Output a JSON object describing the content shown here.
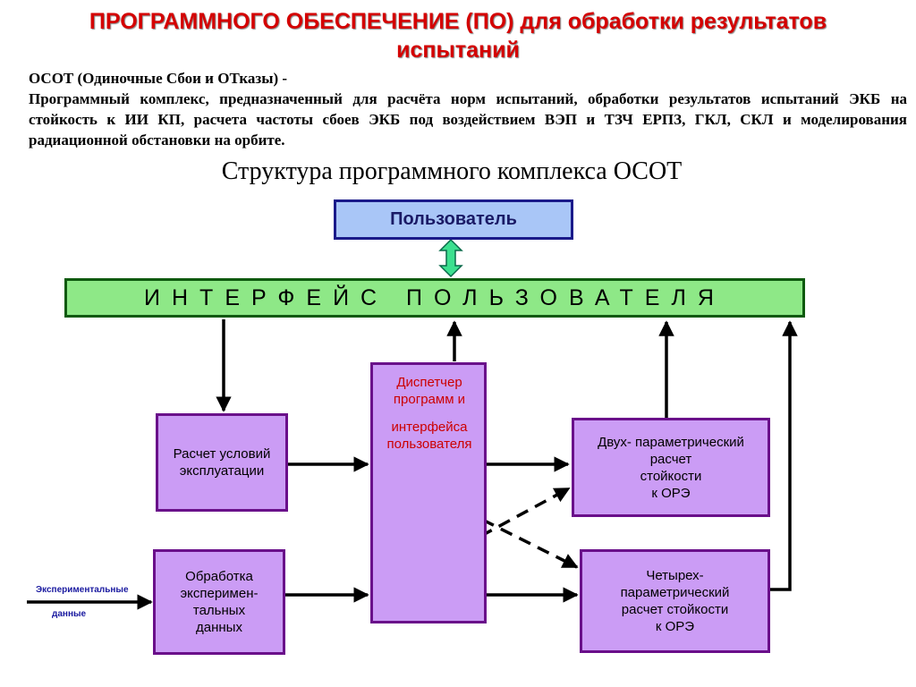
{
  "header": {
    "title_line1": "ПРОГРАММНОГО ОБЕСПЕЧЕНИЕ (ПО) для обработки результатов",
    "title_line2": "испытаний"
  },
  "description": {
    "line1": "ОСОТ (Одиночные Сбои и ОТказы) -",
    "body": "Программный комплекс, предназначенный для расчёта норм испытаний, обработки результатов испытаний ЭКБ на стойкость к ИИ КП, расчета частоты сбоев ЭКБ под воздействием ВЭП и ТЗЧ  ЕРПЗ, ГКЛ, СКЛ и моделирования радиационной обстановки на орбите."
  },
  "diagram": {
    "subtitle": "Структура программного комплекса ОСОТ",
    "user": "Пользователь",
    "interface": "ИНТЕРФЕЙС  ПОЛЬЗОВАТЕЛЯ",
    "dispatcher": {
      "line1": "Диспетчер",
      "line2": "программ  и",
      "line3": "интерфейса",
      "line4": "пользователя"
    },
    "calc_conditions": {
      "line1": "Расчет условий",
      "line2": "эксплуатации"
    },
    "processing": {
      "line1": "Обработка",
      "line2": "эксперимен-",
      "line3": "тальных",
      "line4": "данных"
    },
    "two_param": {
      "line1": "Двух- параметрический",
      "line2": "расчет",
      "line3": "стойкости",
      "line4": "к ОРЭ"
    },
    "four_param": {
      "line1": "Четырех-",
      "line2": "параметрический",
      "line3": "расчет стойкости",
      "line4": "к ОРЭ"
    },
    "exp_data": {
      "line1": "Экспериментальные",
      "line2": "данные"
    },
    "colors": {
      "title": "#d40000",
      "user_fill": "#a9c6f7",
      "interface_fill": "#8ee887",
      "block_fill": "#cb9cf5",
      "dispatcher_text": "#cc0000"
    }
  }
}
